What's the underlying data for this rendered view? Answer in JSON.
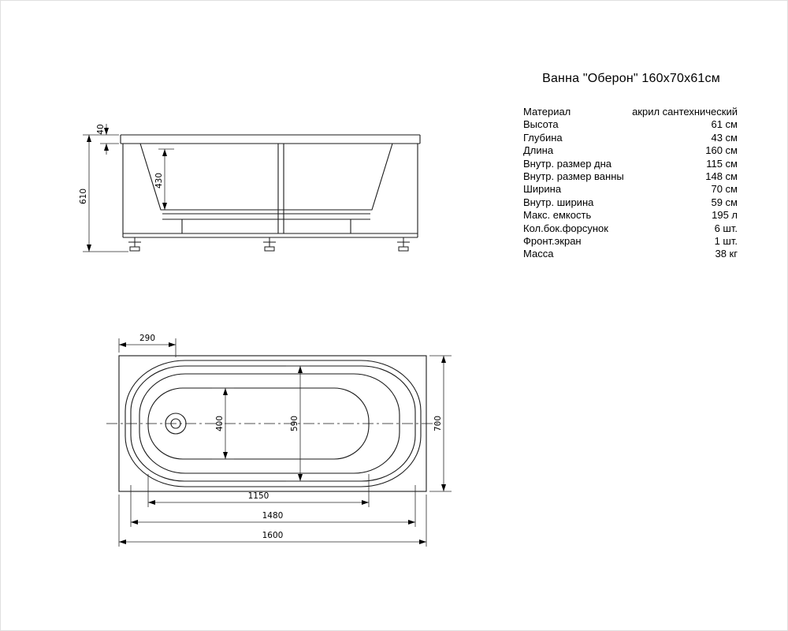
{
  "title": "Ванна \"Оберон\" 160х70х61см",
  "specs": [
    {
      "label": "Материал",
      "value": "акрил сантехнический"
    },
    {
      "label": "Высота",
      "value": "61 см"
    },
    {
      "label": "Глубина",
      "value": "43 см"
    },
    {
      "label": "Длина",
      "value": "160 см"
    },
    {
      "label": "Внутр. размер дна",
      "value": "115 см"
    },
    {
      "label": "Внутр. размер ванны",
      "value": "148 см"
    },
    {
      "label": "Ширина",
      "value": "70 см"
    },
    {
      "label": "Внутр. ширина",
      "value": "59 см"
    },
    {
      "label": "Макс. емкость",
      "value": "195 л"
    },
    {
      "label": "Кол.бок.форсунок",
      "value": "6 шт."
    },
    {
      "label": "Фронт.экран",
      "value": "1 шт."
    },
    {
      "label": "Масса",
      "value": "38 кг"
    }
  ],
  "side_view": {
    "height_total": "610",
    "rim_height": "40",
    "inner_depth": "430"
  },
  "top_view": {
    "edge_to_drain": "290",
    "inner_width_at_drain": "400",
    "inner_width": "590",
    "width_total": "700",
    "bottom_length": "1150",
    "inner_length": "1480",
    "length_total": "1600"
  },
  "colors": {
    "line": "#1a1a1a",
    "dim_line": "#2a2a2a"
  }
}
